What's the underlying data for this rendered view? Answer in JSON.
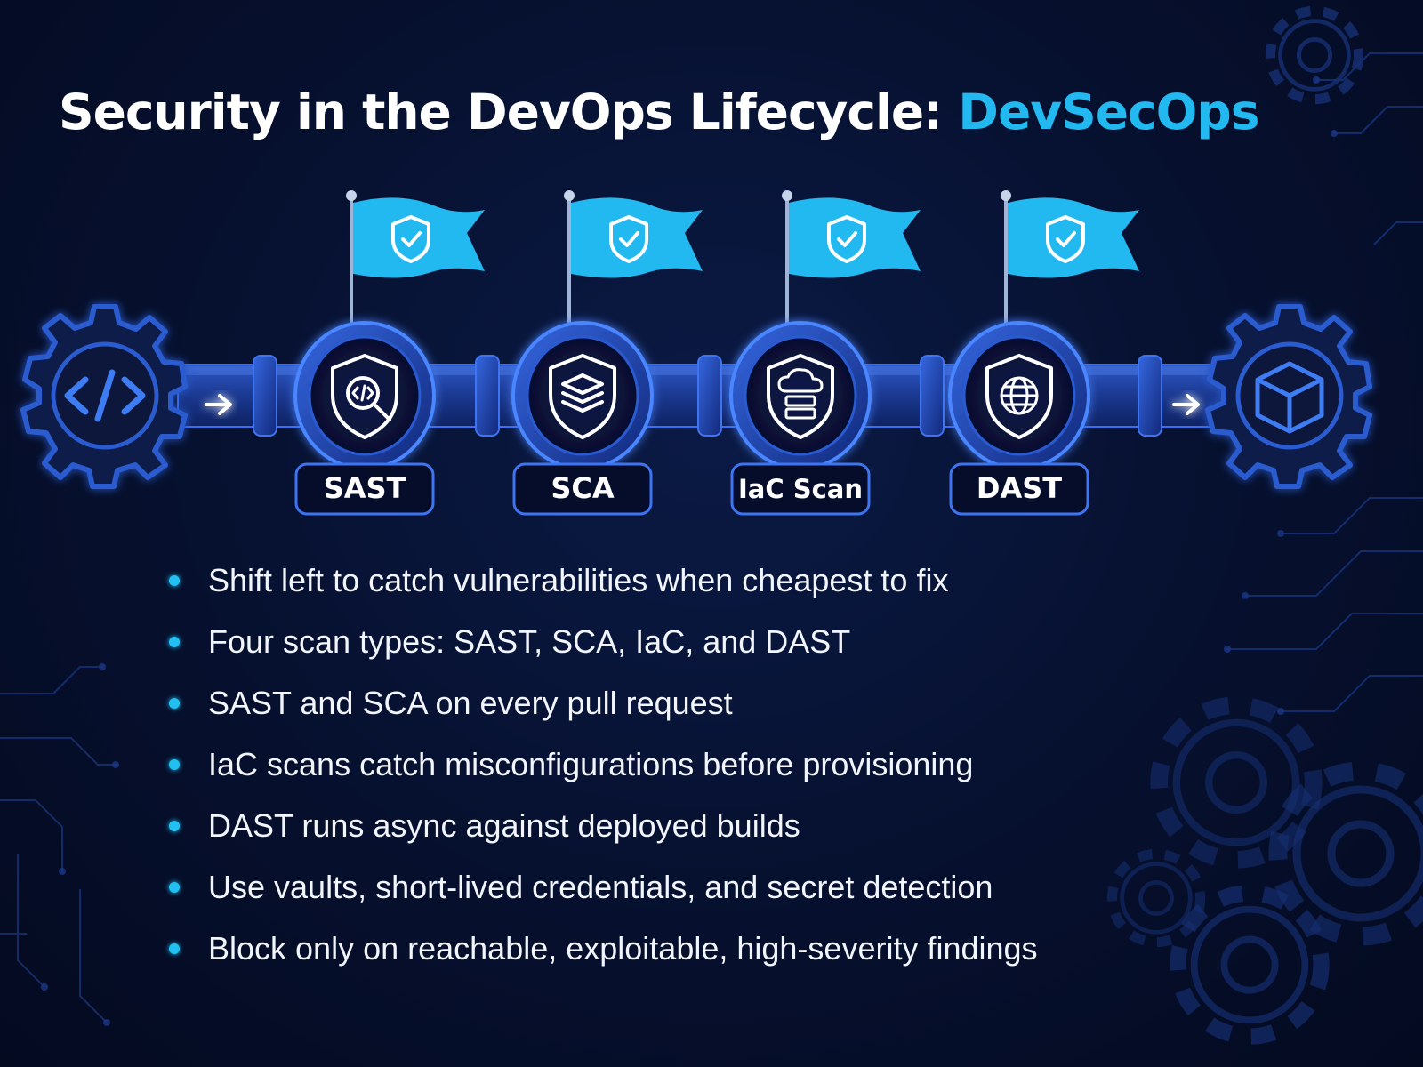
{
  "title": {
    "main": "Security in the DevOps Lifecycle: ",
    "accent": "DevSecOps"
  },
  "icons": {
    "source_gear": "code-brackets-icon",
    "deploy_gear": "cube-icon",
    "flag": "shield-check-icon"
  },
  "stages": [
    {
      "label": "SAST",
      "icon": "shield-code-magnifier-icon"
    },
    {
      "label": "SCA",
      "icon": "shield-layers-icon"
    },
    {
      "label": "IaC Scan",
      "icon": "shield-cloud-server-icon"
    },
    {
      "label": "DAST",
      "icon": "shield-globe-icon"
    }
  ],
  "bullets": [
    "Shift left to catch vulnerabilities when cheapest to fix",
    "Four scan types: SAST, SCA, IaC, and DAST",
    "SAST and SCA on every pull request",
    "IaC scans catch misconfigurations before provisioning",
    "DAST runs async against deployed builds",
    "Use vaults, short-lived credentials, and secret detection",
    "Block only on reachable, exploitable, high-severity findings"
  ],
  "colors": {
    "background": "#06102e",
    "accent": "#22b8f0",
    "pipe": "#1e3f9e",
    "glow": "#3a7bff",
    "flag": "#22b8f0"
  }
}
